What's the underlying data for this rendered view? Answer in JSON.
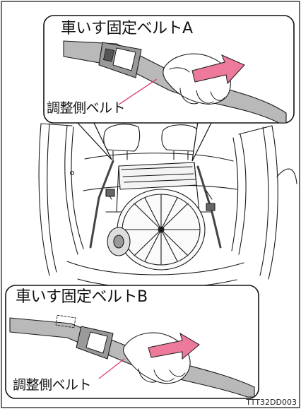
{
  "callout_a": {
    "title": "車いす固定ベルトA",
    "adjust_label": "調整側ベルト"
  },
  "callout_b": {
    "title": "車いす固定ベルトB",
    "adjust_label": "調整側ベルト"
  },
  "figure_code": "TTT32DD003",
  "colors": {
    "belt": "#b9b9b9",
    "arrow": "#ee7a9b",
    "pointer": "#e0477a",
    "line": "#1a1a1a"
  }
}
